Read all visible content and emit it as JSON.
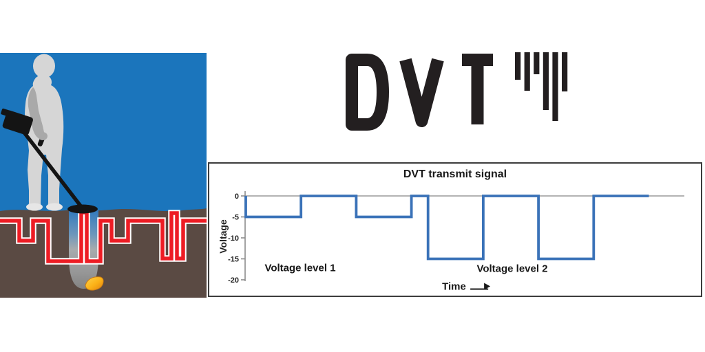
{
  "page": {
    "background": "#ffffff"
  },
  "logo": {
    "text": "DVT",
    "color": "#231f20",
    "bar_heights": [
      40,
      56,
      32,
      84,
      100,
      57
    ]
  },
  "illustration": {
    "colors": {
      "sky_blue": "#1b75bc",
      "ground_brown": "#5a4a43",
      "signal_red": "#ed1c24",
      "person_gray": "#d6d6d6",
      "arm_gray": "#a9a9a9",
      "detector_black": "#141414",
      "nugget_gold": "#f7941d"
    }
  },
  "chart_data": {
    "type": "line",
    "title": "DVT transmit signal",
    "xlabel": "Time",
    "ylabel": "Voltage",
    "annotations": [
      "Voltage level 1",
      "Voltage level 2"
    ],
    "ylim": [
      -20,
      0
    ],
    "yticks": [
      0,
      -5,
      -10,
      -15,
      -20
    ],
    "grid": false,
    "legend": false,
    "line_color": "#3a72b8",
    "axis_color": "#8c8c8c",
    "series": [
      {
        "name": "DVT transmit signal",
        "points_tv": [
          [
            0,
            0
          ],
          [
            0,
            -5
          ],
          [
            10,
            -5
          ],
          [
            10,
            0
          ],
          [
            20,
            0
          ],
          [
            20,
            -5
          ],
          [
            30,
            -5
          ],
          [
            30,
            0
          ],
          [
            33,
            0
          ],
          [
            33,
            -15
          ],
          [
            43,
            -15
          ],
          [
            43,
            0
          ],
          [
            53,
            0
          ],
          [
            53,
            -15
          ],
          [
            63,
            -15
          ],
          [
            63,
            0
          ],
          [
            73,
            0
          ]
        ]
      }
    ]
  }
}
